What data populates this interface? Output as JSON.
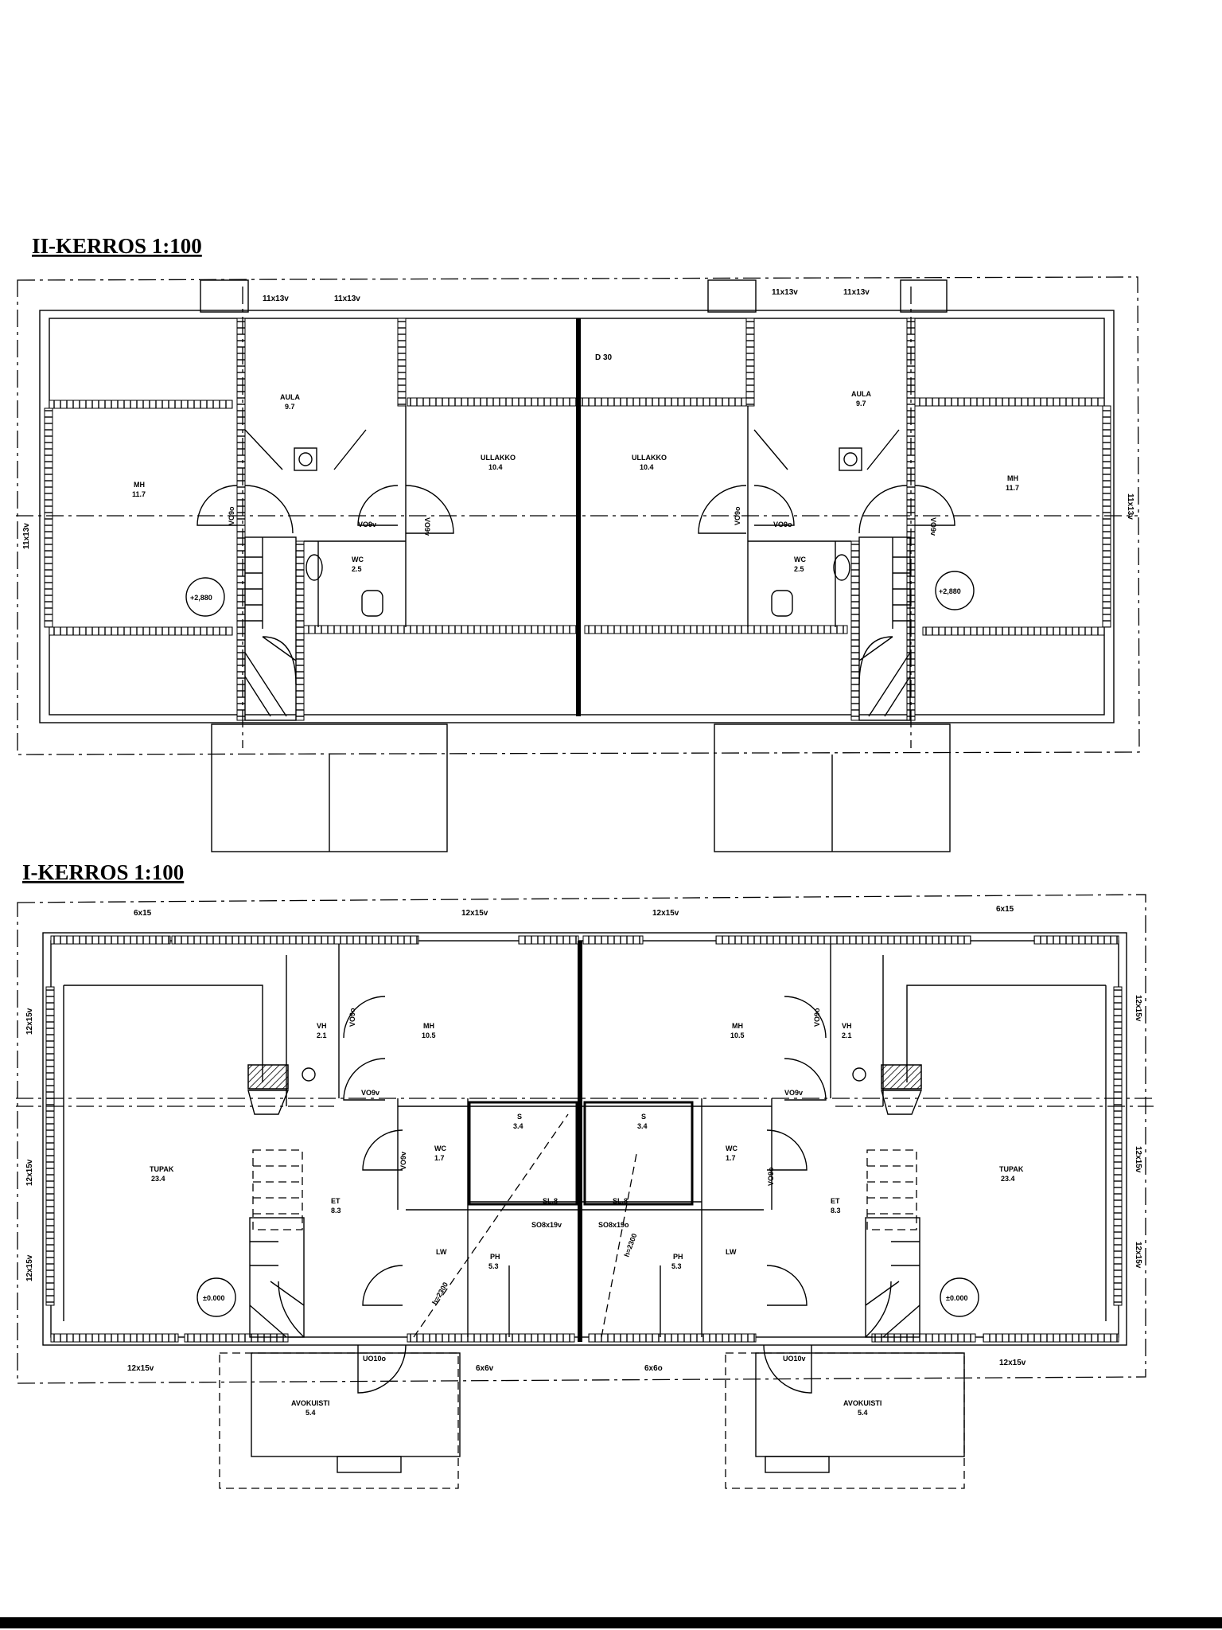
{
  "floor2": {
    "title": "II-KERROS 1:100",
    "windows_top": [
      "11x13v",
      "11x13v",
      "11x13v",
      "11x13v"
    ],
    "window_side_left": "11x13v",
    "window_side_right": "11x13v",
    "divider_label": "D 30",
    "rooms": {
      "mh_left": {
        "name": "MH",
        "area": "11.7"
      },
      "aula_left": {
        "name": "AULA",
        "area": "9.7"
      },
      "ullakko_left": {
        "name": "ULLAKKO",
        "area": "10.4"
      },
      "ullakko_right": {
        "name": "ULLAKKO",
        "area": "10.4"
      },
      "aula_right": {
        "name": "AULA",
        "area": "9.7"
      },
      "mh_right": {
        "name": "MH",
        "area": "11.7"
      },
      "wc_left": {
        "name": "WC",
        "area": "2.5"
      },
      "wc_right": {
        "name": "WC",
        "area": "2.5"
      }
    },
    "doors": [
      "VO9o",
      "VO9v",
      "VO9v",
      "VO9o",
      "VO9o",
      "VO9v"
    ],
    "levels": [
      "+2,880",
      "+2,880"
    ]
  },
  "floor1": {
    "title": "I-KERROS 1:100",
    "windows_top": [
      "6x15",
      "12x15v",
      "12x15v",
      "6x15"
    ],
    "windows_bottom": [
      "12x15v",
      "6x6v",
      "6x6o",
      "12x15v"
    ],
    "windows_left": [
      "12x15v",
      "12x15v",
      "12x15v"
    ],
    "windows_right": [
      "12x15v",
      "12x15v",
      "12x15v"
    ],
    "rooms": {
      "tupak_left": {
        "name": "TUPAK",
        "area": "23.4"
      },
      "vh_left": {
        "name": "VH",
        "area": "2.1"
      },
      "mh_left": {
        "name": "MH",
        "area": "10.5"
      },
      "mh_right": {
        "name": "MH",
        "area": "10.5"
      },
      "vh_right": {
        "name": "VH",
        "area": "2.1"
      },
      "tupak_right": {
        "name": "TUPAK",
        "area": "23.4"
      },
      "et_left": {
        "name": "ET",
        "area": "8.3"
      },
      "et_right": {
        "name": "ET",
        "area": "8.3"
      },
      "wc_left": {
        "name": "WC",
        "area": "1.7"
      },
      "wc_right": {
        "name": "WC",
        "area": "1.7"
      },
      "s_left": {
        "name": "S",
        "area": "3.4"
      },
      "s_right": {
        "name": "S",
        "area": "3.4"
      },
      "ph_left": {
        "name": "PH",
        "area": "5.3"
      },
      "ph_right": {
        "name": "PH",
        "area": "5.3"
      },
      "kuisti_left": {
        "name": "AVOKUISTI",
        "area": "5.4"
      },
      "kuisti_right": {
        "name": "AVOKUISTI",
        "area": "5.4"
      }
    },
    "doors": [
      "VO9o",
      "VO9v",
      "VO9v",
      "VO9o",
      "VO9v",
      "VO9o"
    ],
    "entry_doors": [
      "UO10o",
      "UO10v"
    ],
    "sauna_doors": [
      "SO8x19v",
      "SO8x19o"
    ],
    "sauna_labels": [
      "SL.8",
      "SL.8"
    ],
    "ceiling_heights": [
      "h=2300",
      "h=2300"
    ],
    "lw_labels": [
      "LW",
      "LW"
    ],
    "levels": [
      "±0.000",
      "±0.000"
    ]
  }
}
